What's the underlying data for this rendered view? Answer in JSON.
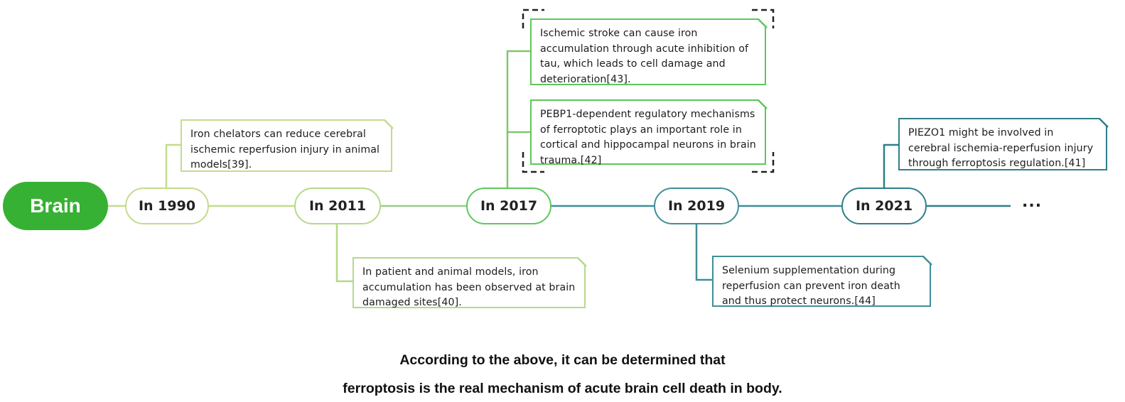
{
  "root": {
    "label": "Brain"
  },
  "timeline": [
    {
      "label": "In 1990"
    },
    {
      "label": "In 2011"
    },
    {
      "label": "In 2017"
    },
    {
      "label": "In 2019"
    },
    {
      "label": "In 2021"
    }
  ],
  "ellipsis": "...",
  "notes": [
    {
      "text": "Iron chelators can reduce cerebral ischemic reperfusion injury in animal models[39]."
    },
    {
      "text": "In patient and animal models, iron accumulation has been observed at brain damaged sites[40]."
    },
    {
      "text": "Ischemic stroke can cause iron accumulation through acute inhibition of tau, which leads to cell damage and deterioration[43]."
    },
    {
      "text": "PEBP1-dependent regulatory mechanisms of ferroptotic  plays an important role in cortical and hippocampal neurons in brain trauma.[42]"
    },
    {
      "text": "Selenium supplementation during reperfusion can prevent iron death and thus protect neurons.[44]"
    },
    {
      "text": "PIEZO1 might be involved in cerebral ischemia-reperfusion injury through ferroptosis regulation.[41]"
    }
  ],
  "conclusion": {
    "line1": "According to the above, it can be determined that",
    "line2": "ferroptosis is the real mechanism of acute brain cell death in body."
  },
  "colors": {
    "root": "#37b133",
    "era_light": "#c3dc8c",
    "era_mid": "#b5d98a",
    "era_green": "#5dc75a",
    "era_teal": "#3f8f97",
    "era_dark_teal": "#2e7f8a"
  }
}
